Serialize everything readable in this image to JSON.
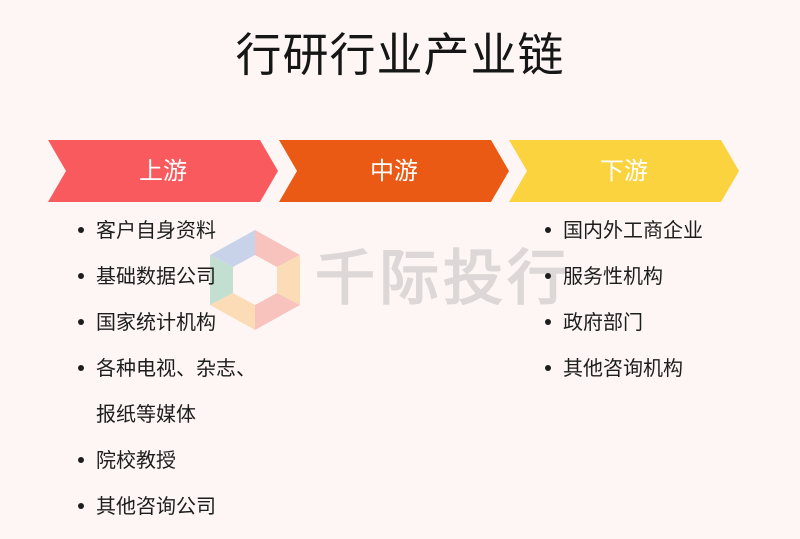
{
  "title": "行研行业产业链",
  "stages": {
    "upstream": {
      "label": "上游",
      "color": "#f85a5e"
    },
    "midstream": {
      "label": "中游",
      "color": "#ea5a14"
    },
    "downstream": {
      "label": "下游",
      "color": "#fbd33f"
    }
  },
  "upstream_items": [
    "客户自身资料",
    "基础数据公司",
    "国家统计机构",
    "各种电视、杂志、",
    "报纸等媒体",
    "院校教授",
    "其他咨询公司"
  ],
  "downstream_items": [
    "国内外工商企业",
    "服务性机构",
    "政府部门",
    "其他咨询机构"
  ],
  "watermark": {
    "text": "千际投行",
    "logo_colors": [
      "#f05a4a",
      "#f7a83a",
      "#4bb28c",
      "#5b8bd6"
    ]
  }
}
